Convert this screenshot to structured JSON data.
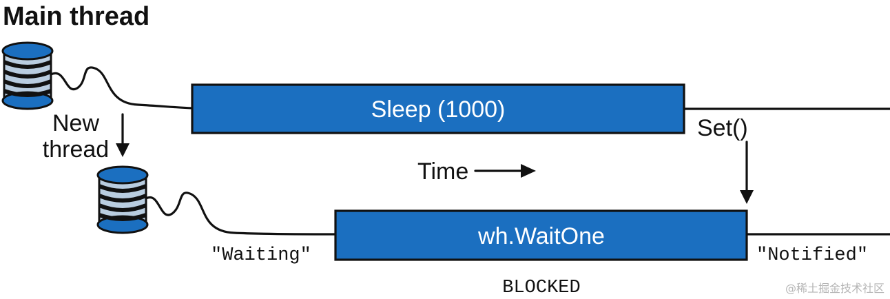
{
  "diagram": {
    "title": "Main thread",
    "main_thread_box_label": "Sleep (1000)",
    "new_thread_label_line1": "New",
    "new_thread_label_line2": "thread",
    "set_label": "Set()",
    "time_label": "Time",
    "wait_box_label": "wh.WaitOne",
    "waiting_state": "\"Waiting\"",
    "notified_state": "\"Notified\"",
    "blocked_label": "BLOCKED",
    "watermark": "@稀土掘金技术社区"
  },
  "colors": {
    "box_fill": "#1b6fc0",
    "spool_light": "#b9cde0",
    "line": "#111111",
    "text_on_box": "#ffffff"
  },
  "icons": [
    "thread-spool-icon",
    "down-arrow-icon",
    "right-arrow-icon"
  ]
}
